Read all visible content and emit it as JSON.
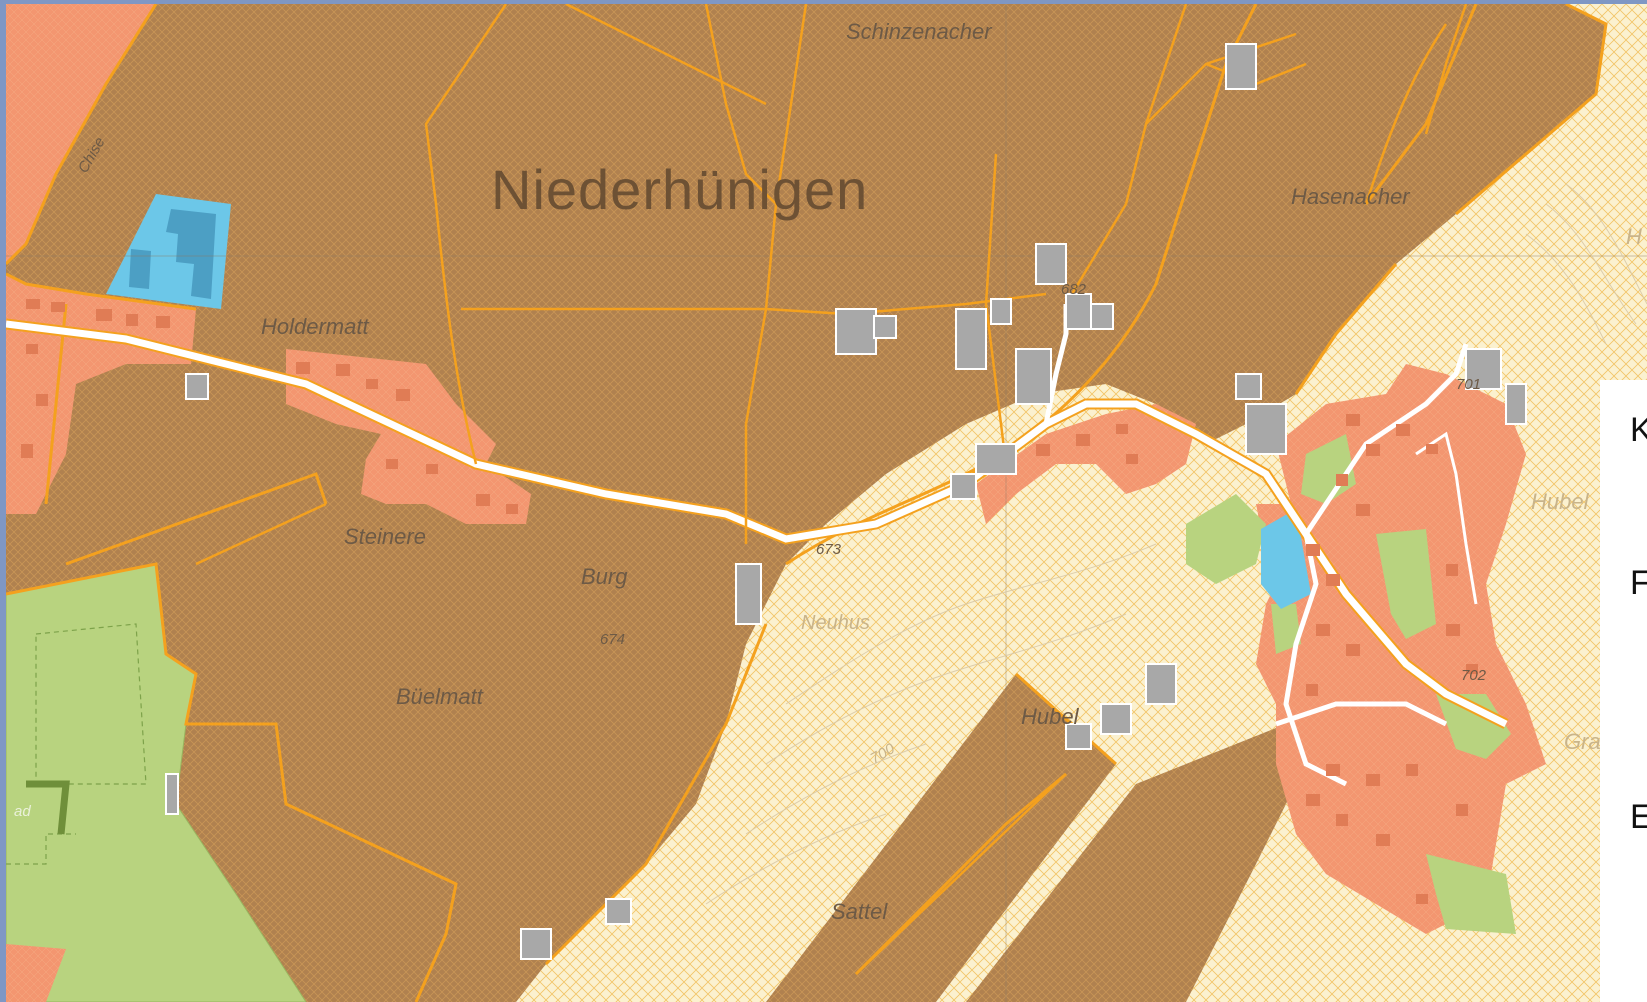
{
  "map": {
    "place_name": "Niederhünigen",
    "labels": {
      "schinzenacher": "Schinzenacher",
      "hasenacher": "Hasenacher",
      "holdermatt": "Holdermatt",
      "steinere": "Steinere",
      "burg": "Burg",
      "elev_674": "674",
      "bueelmatt": "Büelmatt",
      "neuhus": "Neuhus",
      "elev_673": "673",
      "hubel_center": "Hubel",
      "sattel": "Sattel",
      "elev_682": "682",
      "elev_701": "701",
      "elev_702": "702",
      "contour_700": "700",
      "hubel_right": "Hubel",
      "gra": "Gra",
      "chise": "Chise",
      "ad": "ad",
      "h_edge": "H"
    }
  },
  "side_letters": [
    "K",
    "F",
    "E"
  ],
  "colors": {
    "agriculture": "#b0814f",
    "forest_pale": "#fbf1cf",
    "settlement": "#f39670",
    "green_zone": "#b8d37f",
    "public_zone": "#6cc7e8",
    "road": "#ffffff",
    "boundary": "#f4a11e",
    "building": "#a8a8a8",
    "frame": "#7f97c4"
  }
}
